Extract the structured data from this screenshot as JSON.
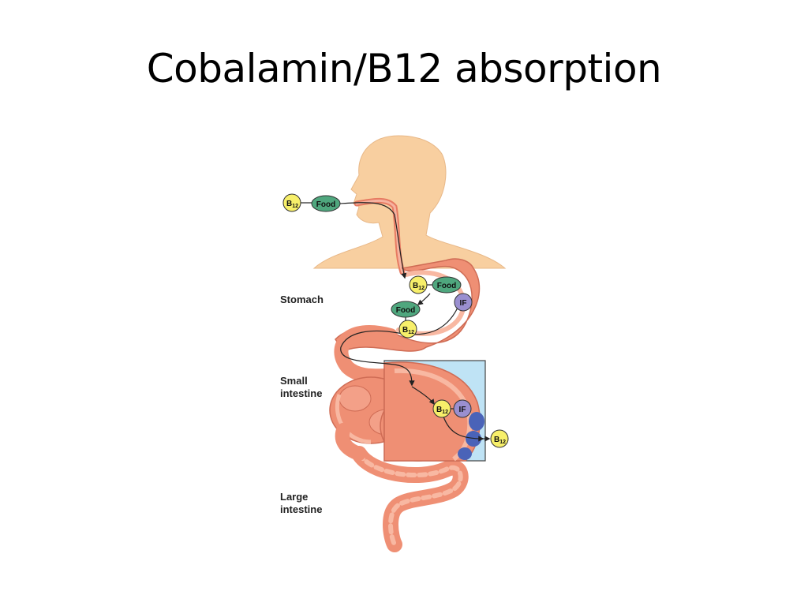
{
  "slide": {
    "title": "Cobalamin/B12 absorption"
  },
  "labels": {
    "stomach": "Stomach",
    "small_intestine": [
      "Small",
      "intestine"
    ],
    "large_intestine": [
      "Large",
      "intestine"
    ]
  },
  "molecules": {
    "b12": "B",
    "b12_sub": "12",
    "food": "Food",
    "intrinsic_factor": "IF"
  },
  "colors": {
    "b12": "#f7ef6a",
    "food": "#4fa77e",
    "intrinsic_factor": "#9a8fd0",
    "receptor": "#4a63b8",
    "skin": "#f8cfa0",
    "gut": "#ef8f74",
    "inset": "#bfe3f5"
  }
}
